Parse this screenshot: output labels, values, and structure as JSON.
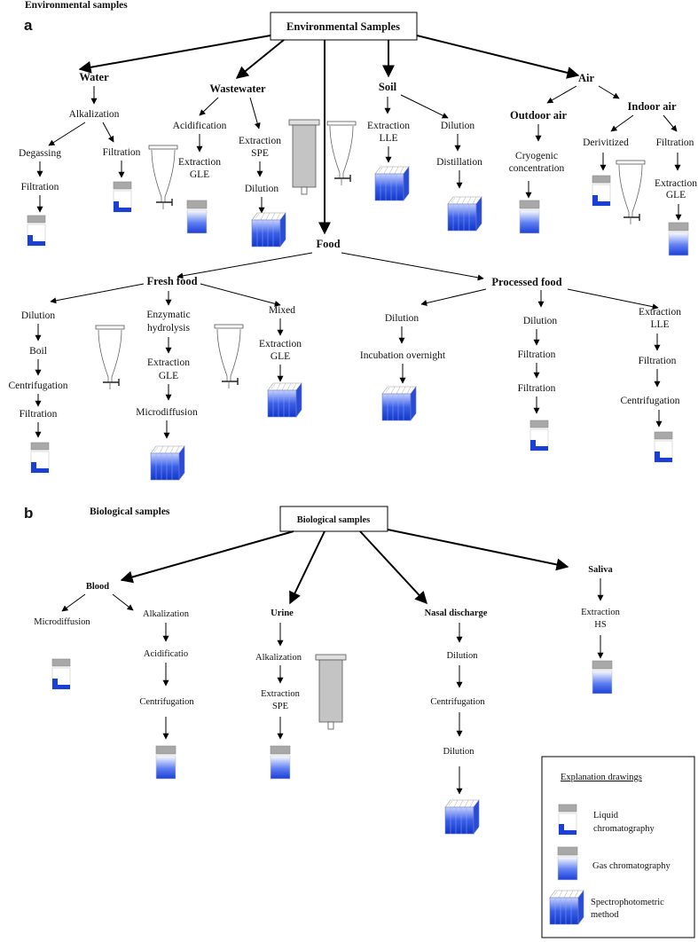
{
  "panel_a": {
    "letter": "a",
    "header": "Environmental samples",
    "root": "Environmental Samples",
    "water": {
      "title": "Water",
      "alkalization": "Alkalization",
      "degassing": "Degassing",
      "filtration_left": "Filtration",
      "filtration_right": "Filtration"
    },
    "wastewater": {
      "title": "Wastewater",
      "acidification": "Acidification",
      "extraction_gle_1": "Extraction",
      "extraction_gle_2": "GLE",
      "extraction_spe_1": "Extraction",
      "extraction_spe_2": "SPE",
      "dilution": "Dilution"
    },
    "soil": {
      "title": "Soil",
      "extraction_lle_1": "Extraction",
      "extraction_lle_2": "LLE",
      "dilution": "Dilution",
      "distillation": "Distillation"
    },
    "air": {
      "title": "Air",
      "outdoor": "Outdoor air",
      "cryogenic_1": "Cryogenic",
      "cryogenic_2": "concentration",
      "indoor": "Indoor air",
      "derivitized": "Derivitized",
      "filtration": "Filtration",
      "extraction_gle_1": "Extraction",
      "extraction_gle_2": "GLE"
    },
    "food": {
      "title": "Food"
    },
    "fresh_food": {
      "title": "Fresh food",
      "dilution": "Dilution",
      "boil": "Boil",
      "centrifugation": "Centrifugation",
      "filtration": "Filtration",
      "enzymatic_1": "Enzymatic",
      "enzymatic_2": "hydrolysis",
      "extraction_gle_1": "Extraction",
      "extraction_gle_2": "GLE",
      "microdiffusion": "Microdiffusion",
      "mixed": "Mixed",
      "mixed_extraction_1": "Extraction",
      "mixed_extraction_2": "GLE"
    },
    "processed_food": {
      "title": "Processed food",
      "dilution_a": "Dilution",
      "incubation": "Incubation overnight",
      "dilution_b": "Dilution",
      "filtration_b1": "Filtration",
      "filtration_b2": "Filtration",
      "extraction_lle_1": "Extraction",
      "extraction_lle_2": "LLE",
      "filtration_c": "Filtration",
      "centrifugation_c": "Centrifugation"
    }
  },
  "panel_b": {
    "letter": "b",
    "header": "Biological samples",
    "root": "Biological samples",
    "blood": {
      "title": "Blood",
      "microdiffusion": "Microdiffusion",
      "alkalization": "Alkalization",
      "acidification": "Acidificatio",
      "centrifugation": "Centrifugation"
    },
    "urine": {
      "title": "Urine",
      "alkalization": "Alkalization",
      "extraction_1": "Extraction",
      "extraction_2": "SPE"
    },
    "nasal": {
      "title": "Nasal discharge",
      "dilution_1": "Dilution",
      "centrifugation": "Centrifugation",
      "dilution_2": "Dilution"
    },
    "saliva": {
      "title": "Saliva",
      "extraction_1": "Extraction",
      "extraction_2": "HS"
    }
  },
  "legend": {
    "title": "Explanation drawings",
    "lc_1": "Liquid",
    "lc_2": "chromatography",
    "gc": "Gas chromatography",
    "spec_1": "Spectrophotometric",
    "spec_2": "method"
  },
  "colors": {
    "blue_dark": "#1a3fd6",
    "blue_light": "#ffffff",
    "cap_gray": "#a8a8a8",
    "syringe_gray": "#c4c4c4"
  }
}
